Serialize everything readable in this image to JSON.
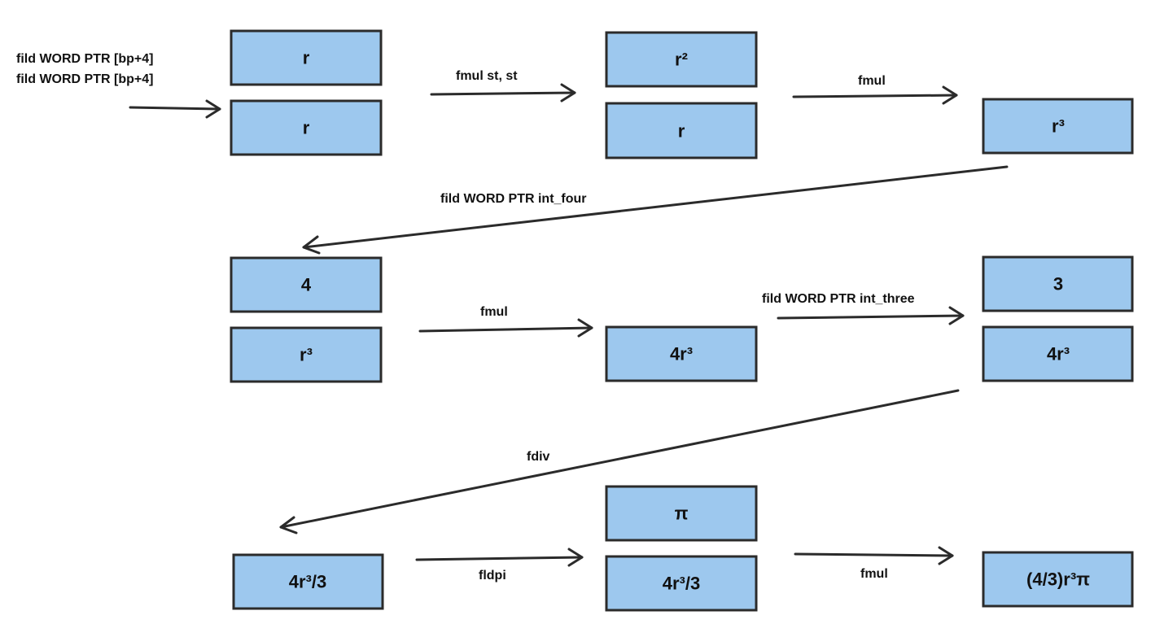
{
  "stacks": {
    "s1": [
      "r",
      "r"
    ],
    "s2": [
      "r²",
      "r"
    ],
    "s3": [
      "r³"
    ],
    "s4": [
      "4",
      "r³"
    ],
    "s5": [
      "4r³"
    ],
    "s6": [
      "3",
      "4r³"
    ],
    "s7": [
      "4r³/3"
    ],
    "s8": [
      "π",
      "4r³/3"
    ],
    "s9": [
      "(4/3)r³π"
    ]
  },
  "instructions": {
    "start_1": "fild WORD PTR [bp+4]",
    "start_2": "fild WORD PTR [bp+4]",
    "fmul_st": "fmul st, st",
    "fmul_a": "fmul",
    "fild_four": "fild WORD PTR int_four",
    "fmul_b": "fmul",
    "fild_three": "fild WORD PTR int_three",
    "fdiv": "fdiv",
    "fldpi": "fldpi",
    "fmul_c": "fmul"
  }
}
